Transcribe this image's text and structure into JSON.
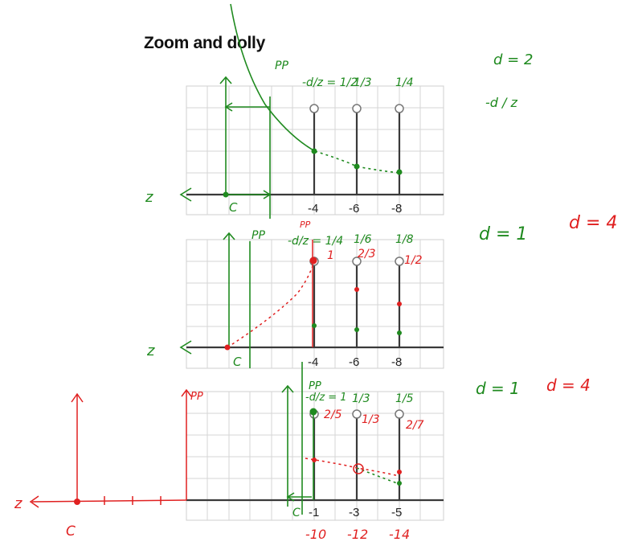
{
  "title": "Zoom and dolly",
  "colors": {
    "green": "#1f8a1f",
    "red": "#e02020",
    "axis": "#3a3a3a",
    "grid": "#d6d6d6"
  },
  "panels": [
    {
      "name": "top",
      "ticks": [
        "-4",
        "-6",
        "-8"
      ],
      "axis_label": "z",
      "origin_label": "C",
      "pp_label": "PP",
      "green_labels": [
        "-d/z = 1/2",
        "1/3",
        "1/4"
      ],
      "red_labels": []
    },
    {
      "name": "middle",
      "ticks": [
        "-4",
        "-6",
        "-8"
      ],
      "axis_label": "z",
      "origin_label": "C",
      "pp_label": "PP",
      "green_labels": [
        "-d/z = 1/4",
        "1/6",
        "1/8"
      ],
      "red_labels": [
        "PP",
        "1",
        "2/3",
        "1/2"
      ]
    },
    {
      "name": "bottom",
      "ticks": [
        "-1",
        "-3",
        "-5"
      ],
      "axis_label": "z",
      "origin_label": "C",
      "pp_label": "PP",
      "green_labels": [
        "PP",
        "-d/z = 1",
        "1/3",
        "1/5"
      ],
      "red_labels": [
        "PP",
        "2/5",
        "1/3",
        "2/7"
      ],
      "extra_ticks": [
        "-10",
        "-12",
        "-14"
      ]
    }
  ],
  "side_notes": {
    "top_right_1": "d = 2",
    "top_right_2": "-d / z",
    "mid_right_green": "d = 1",
    "mid_right_red": "d = 4",
    "bot_right_green": "d = 1",
    "bot_right_red": "d = 4"
  },
  "red_axis": {
    "axis_label": "z",
    "origin_label": "C"
  }
}
